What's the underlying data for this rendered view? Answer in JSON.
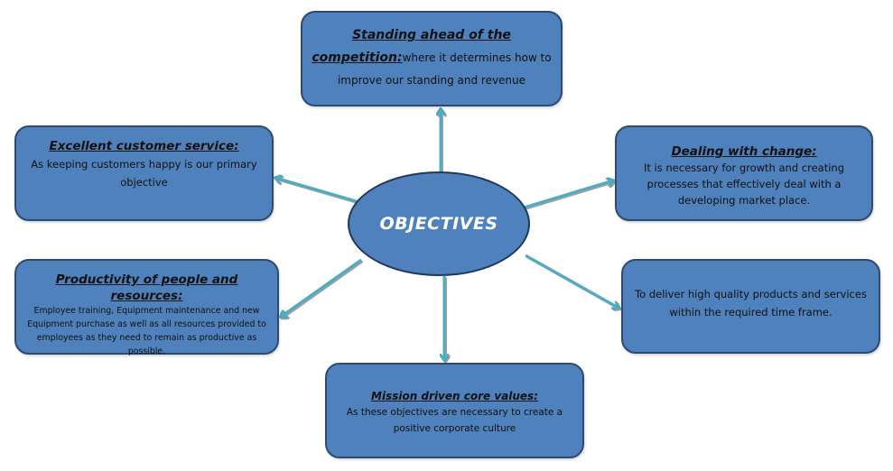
{
  "diagram": {
    "center": {
      "label": "OBJECTIVES"
    },
    "nodes": [
      {
        "id": "top",
        "title": "Standing ahead of the competition:",
        "body": "where it determines how to improve our standing and revenue"
      },
      {
        "id": "left-upper",
        "title": "Excellent customer service:",
        "body": "As keeping customers happy is our primary objective"
      },
      {
        "id": "right-upper",
        "title": "Dealing with change:",
        "body": "It is necessary for growth and creating processes that effectively deal with a developing market place."
      },
      {
        "id": "left-lower",
        "title": "Productivity of people and resources:",
        "body": "Employee training, Equipment maintenance and new Equipment purchase as well as all resources provided to employees as they need to remain as productive as possible."
      },
      {
        "id": "right-lower",
        "title": "",
        "body": "To deliver high quality products and services within the required time frame."
      },
      {
        "id": "bottom",
        "title": "Mission driven core values:",
        "body": "As these objectives are necessary to create a positive corporate culture"
      }
    ],
    "edges": [
      {
        "from": "center",
        "to": "top"
      },
      {
        "from": "center",
        "to": "left-upper"
      },
      {
        "from": "center",
        "to": "right-upper"
      },
      {
        "from": "center",
        "to": "left-lower"
      },
      {
        "from": "center",
        "to": "right-lower"
      },
      {
        "from": "center",
        "to": "bottom"
      }
    ],
    "colors": {
      "node_fill": "#4f81bd",
      "node_border": "#2c4a72",
      "arrow": "#4bacc6",
      "center_text": "#ffffff",
      "node_text": "#111111"
    }
  }
}
